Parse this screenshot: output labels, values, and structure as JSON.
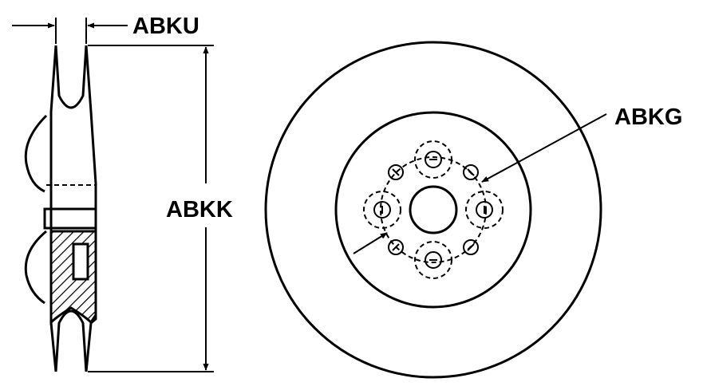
{
  "labels": {
    "width_label": "ABKU",
    "diameter_label": "ABKK",
    "bolt_hole_label": "ABKG"
  },
  "colors": {
    "line": "#000000",
    "background": "#ffffff"
  }
}
